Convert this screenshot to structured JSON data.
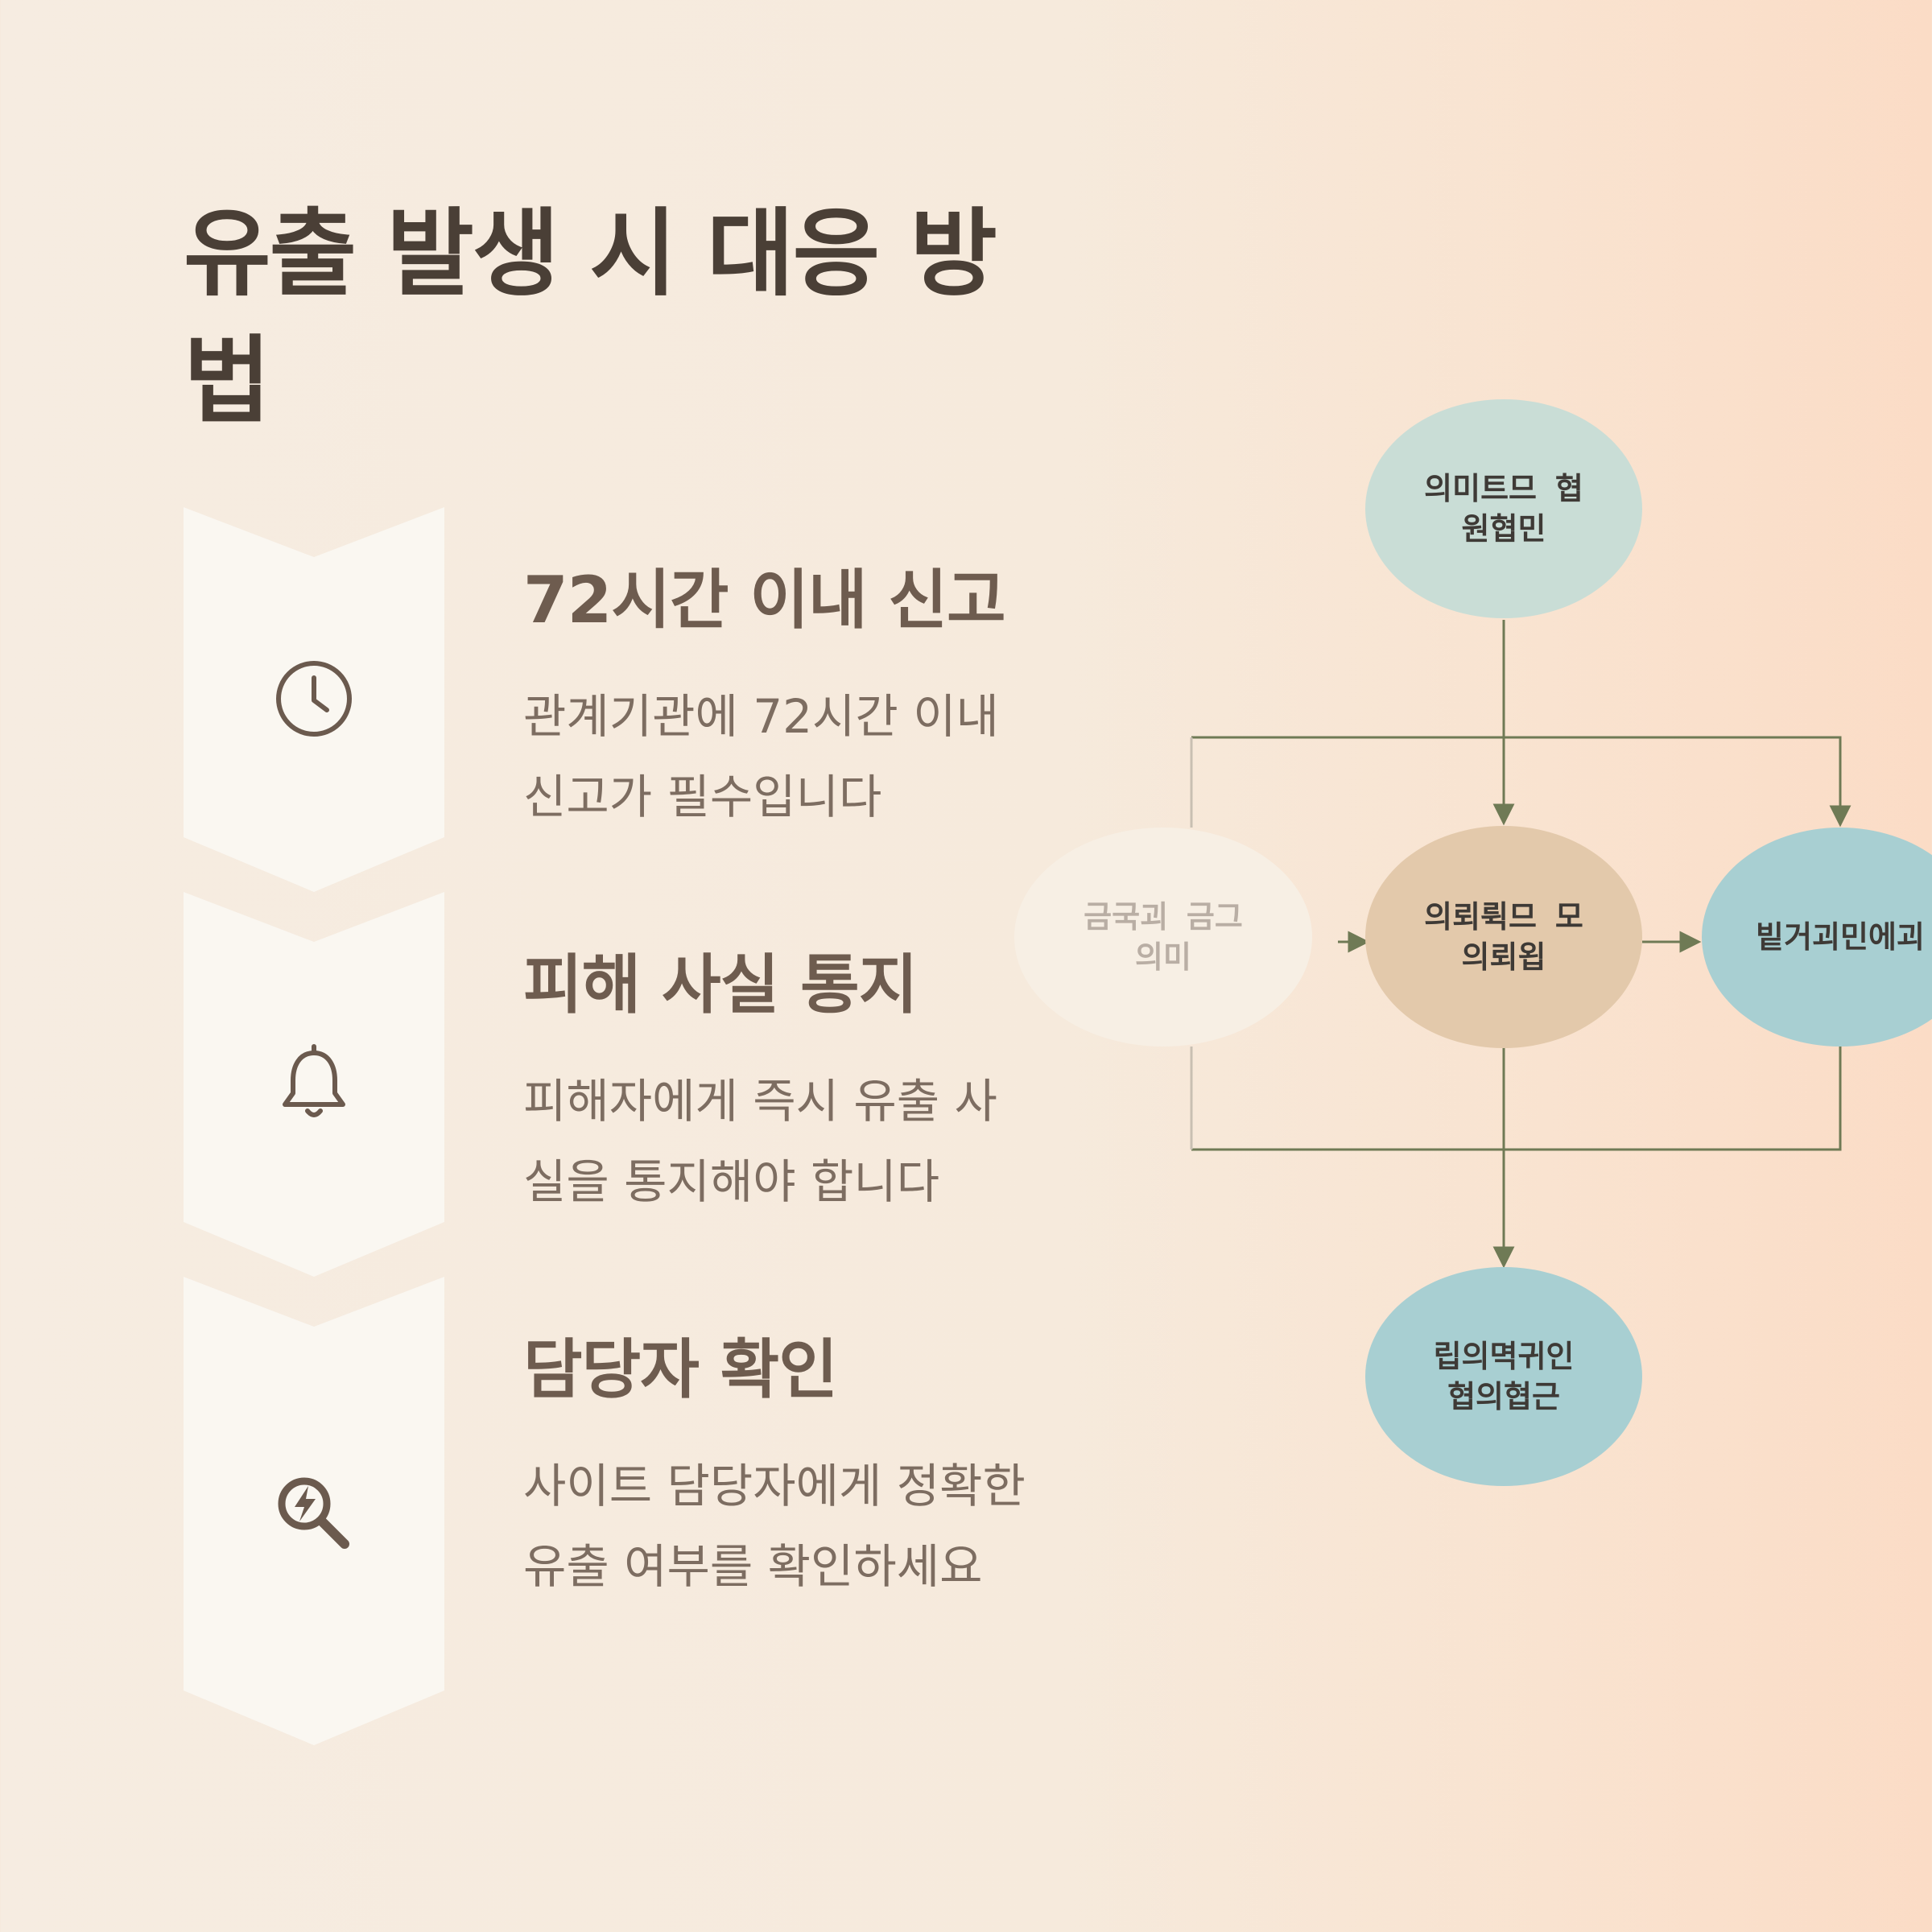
{
  "title": "유출 발생 시 대응 방법",
  "steps": [
    {
      "icon": "clock-icon",
      "title": "72시간 이내 신고",
      "description": "관계기관에 72시간 이내 신고가 필수입니다"
    },
    {
      "icon": "bell-icon",
      "title": "피해 사실 통지",
      "description": "피해자에게 즉시 유출 사실을 통지해야 합니다"
    },
    {
      "icon": "search-icon",
      "title": "담당자 확인",
      "description": "사이트 담당자에게 정확한 유출 여부를 확인하세요"
    }
  ],
  "flowchart": {
    "nodes": {
      "top": "의미트므 협원협민",
      "left": "금국괴 금그의미",
      "center": "의뢰뤽므 모의뢰욉",
      "right": "빝거괴민에괴",
      "bottom": "립의멱귀인 협의협근"
    },
    "colors": {
      "top": "#c9ddd6",
      "center": "#e3c9ab",
      "right": "#a8cfd2",
      "bottom": "#a8cfd2",
      "left": "#f7efe4",
      "connector": "#6f7a55"
    }
  }
}
